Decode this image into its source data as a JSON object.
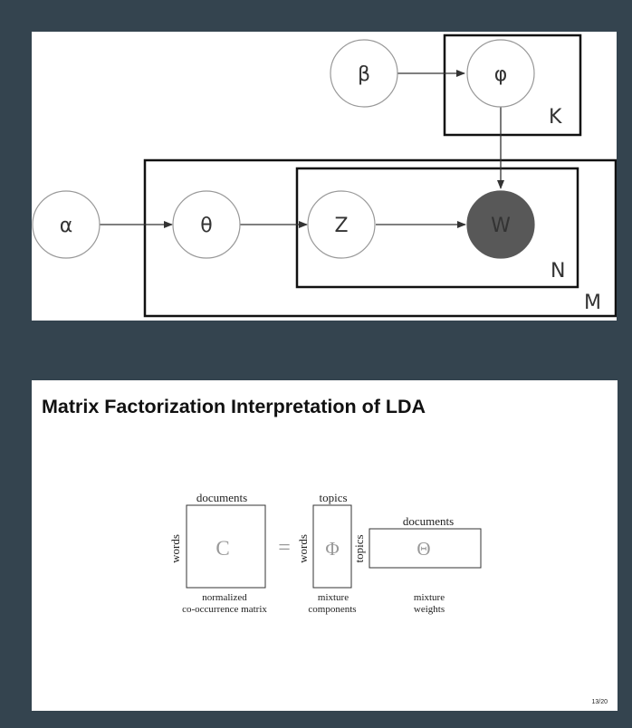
{
  "lda_graph": {
    "nodes": {
      "beta": "β",
      "phi": "φ",
      "alpha": "α",
      "theta": "θ",
      "z": "Z",
      "w": "W"
    },
    "plates": {
      "topics": "K",
      "words": "N",
      "documents": "M"
    },
    "colors": {
      "observed_node": "#585858",
      "node_stroke": "#999999",
      "plate_stroke": "#111111"
    }
  },
  "slide": {
    "title": "Matrix Factorization Interpretation of LDA",
    "page_number": "13/20",
    "matrices": {
      "c": {
        "symbol": "C",
        "top_label": "documents",
        "side_label": "words",
        "caption_line1": "normalized",
        "caption_line2": "co-occurrence matrix"
      },
      "equals": "=",
      "phi": {
        "symbol": "Φ",
        "top_label": "topics",
        "side_label": "words",
        "caption_line1": "mixture",
        "caption_line2": "components"
      },
      "theta": {
        "symbol": "Θ",
        "top_label": "documents",
        "side_label": "topics",
        "caption_line1": "mixture",
        "caption_line2": "weights"
      }
    }
  }
}
